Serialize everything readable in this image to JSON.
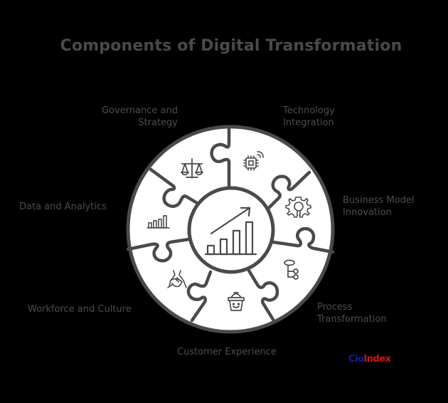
{
  "title": "Components of Digital Transformation",
  "center": {
    "icon": "growth-chart-icon"
  },
  "segments": [
    {
      "label_line1": "Governance and",
      "label_line2": "Strategy",
      "icon": "scales-icon"
    },
    {
      "label_line1": "Technology",
      "label_line2": "Integration",
      "icon": "chip-wireless-icon"
    },
    {
      "label_line1": "Business Model",
      "label_line2": "Innovation",
      "icon": "gear-lightbulb-icon"
    },
    {
      "label_line1": "Process",
      "label_line2": "Transformation",
      "icon": "flowchart-icon"
    },
    {
      "label_line1": "Customer Experience",
      "label_line2": "",
      "icon": "smiling-basket-icon"
    },
    {
      "label_line1": "Workforce and Culture",
      "label_line2": "",
      "icon": "handshake-icon"
    },
    {
      "label_line1": "Data and Analytics",
      "label_line2": "",
      "icon": "bar-chart-icon"
    }
  ],
  "brand": {
    "part1": "Cio",
    "part2": "Index"
  },
  "colors": {
    "background": "#000000",
    "stroke": "#4a4a4a",
    "fill": "#ffffff",
    "text": "#4d4d4d",
    "brand_blue": "#1a1aa6",
    "brand_red": "#d01818"
  }
}
